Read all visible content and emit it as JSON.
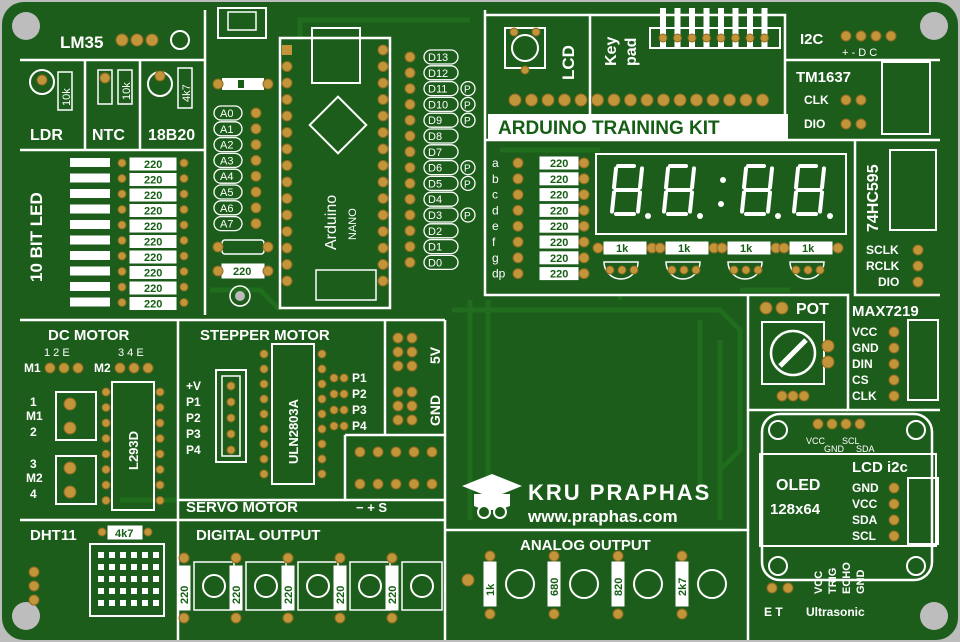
{
  "board": {
    "title": "ARDUINO TRAINING KIT",
    "brand": "KRU PRAPHAS",
    "website": "www.praphas.com"
  },
  "sensors": {
    "lm35": "LM35",
    "ldr": "LDR",
    "ldr_res": "10k",
    "ntc": "NTC",
    "ntc_res": "10k",
    "ds18b20": "18B20",
    "ds18b20_res": "4k7"
  },
  "led_bar": {
    "label": "10 BIT LED",
    "res_value": "220",
    "count": 10
  },
  "nano": {
    "brand": "Arduino",
    "model": "NANO",
    "analog_pins": [
      "A0",
      "A1",
      "A2",
      "A3",
      "A4",
      "A5",
      "A6",
      "A7"
    ],
    "digital_pins": [
      "D13",
      "D12",
      "D11",
      "D10",
      "D9",
      "D8",
      "D7",
      "D6",
      "D5",
      "D4",
      "D3",
      "D2",
      "D1",
      "D0"
    ],
    "pwm_marker": "P",
    "pwm_pins": [
      "D11",
      "D10",
      "D9",
      "D6",
      "D5",
      "D3"
    ],
    "res_value": "220"
  },
  "lcd": {
    "label": "LCD",
    "keypad_top": "Key",
    "keypad_bottom": "pad"
  },
  "i2c": {
    "label": "I2C",
    "pins": "+ - D C"
  },
  "tm1637": {
    "label": "TM1637",
    "pins": [
      "CLK",
      "DIO"
    ]
  },
  "seven_seg": {
    "segments": [
      "a",
      "b",
      "c",
      "d",
      "e",
      "f",
      "g",
      "dp"
    ],
    "seg_res": "220",
    "digit_res": "1k"
  },
  "hc595": {
    "label": "74HC595",
    "pins": [
      "SCLK",
      "RCLK",
      "DIO"
    ]
  },
  "pot": {
    "label": "POT"
  },
  "max7219": {
    "label": "MAX7219",
    "pins": [
      "VCC",
      "GND",
      "DIN",
      "CS",
      "CLK"
    ]
  },
  "oled": {
    "label": "OLED",
    "size": "128x64",
    "top_pins": [
      "VCC",
      "GND",
      "SCL",
      "SDA"
    ],
    "lcd_i2c": "LCD i2c",
    "pins": [
      "GND",
      "VCC",
      "SDA",
      "SCL"
    ]
  },
  "ultrasonic": {
    "label": "Ultrasonic",
    "pins": [
      "VCC",
      "TRIG",
      "ECHO",
      "GND"
    ],
    "et": "E T"
  },
  "dc_motor": {
    "label": "DC MOTOR",
    "m1_label": "M1",
    "m2_label": "M2",
    "m1_pins": "1 2 E",
    "m2_pins": "3 4 E",
    "term_m1": [
      "1",
      "M1",
      "2"
    ],
    "term_m2": [
      "3",
      "M2",
      "4"
    ],
    "ic": "L293D"
  },
  "stepper": {
    "label": "STEPPER MOTOR",
    "ic": "ULN2803A",
    "conn_pins": [
      "+V",
      "P1",
      "P2",
      "P3",
      "P4"
    ],
    "pins": [
      "P1",
      "P2",
      "P3",
      "P4"
    ]
  },
  "power": {
    "v5": "5V",
    "gnd": "GND"
  },
  "servo": {
    "label": "SERVO MOTOR",
    "pins": "− + S"
  },
  "dht11": {
    "label": "DHT11",
    "res": "4k7"
  },
  "digital_output": {
    "label": "DIGITAL OUTPUT",
    "res": [
      "220",
      "220",
      "220",
      "220",
      "220"
    ]
  },
  "analog_output": {
    "label": "ANALOG OUTPUT",
    "res": [
      "1k",
      "680",
      "820",
      "2k7"
    ]
  },
  "colors": {
    "pcb": "#1c5d1b",
    "trace": "#226f20",
    "silk": "#ffffff",
    "pad": "#c2953a",
    "bg": "#bdbdbd"
  }
}
